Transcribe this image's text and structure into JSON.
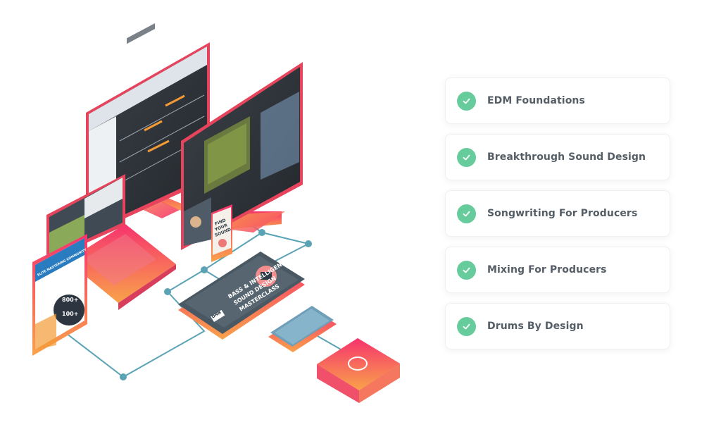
{
  "courses": [
    {
      "label": "EDM Foundations",
      "icon": "check-icon"
    },
    {
      "label": "Breakthrough Sound Design",
      "icon": "check-icon"
    },
    {
      "label": "Songwriting For Producers",
      "icon": "check-icon"
    },
    {
      "label": "Mixing For Producers",
      "icon": "check-icon"
    },
    {
      "label": "Drums By Design",
      "icon": "check-icon"
    }
  ],
  "illustration": {
    "phone_text": [
      "FIND",
      "YOUR",
      "SOUND"
    ],
    "tablet_text": [
      "BASS & INTELLIGENT",
      "SOUND DESIGN",
      "MASTERCLASS"
    ],
    "tablet_badge": "DNB",
    "left_tablet_header": "ELITE MASTERING COMMUNITY",
    "left_tablet_title": "MASTERCLASS",
    "left_tablet_stats": [
      "800+",
      "100+"
    ]
  },
  "colors": {
    "check_green": "#66cc9c",
    "label_gray": "#555e66",
    "gradient_start": "#f6336e",
    "gradient_end": "#f9a24a",
    "connector": "#5aa3b5"
  }
}
